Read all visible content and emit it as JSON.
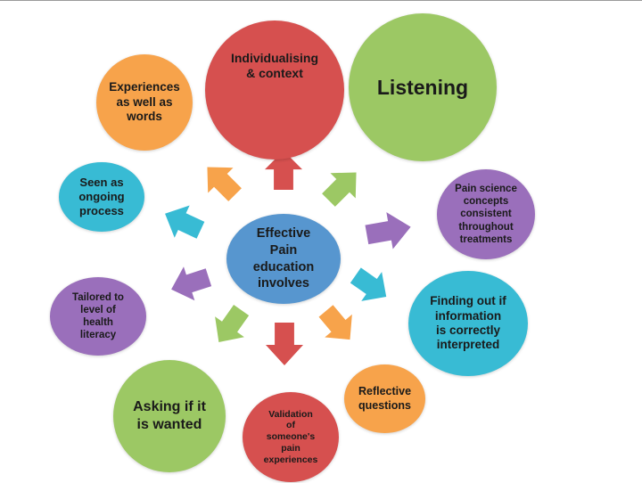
{
  "colors": {
    "red": "#d6504f",
    "green": "#9cc864",
    "orange": "#f7a34b",
    "cyan": "#38bbd4",
    "blue": "#5796cf",
    "purple": "#9a6fbb"
  },
  "center": {
    "label": "Effective\nPain\neducation\ninvolves"
  },
  "nodes": {
    "individualising": "Individualising\n& context",
    "listening": "Listening",
    "experiences": "Experiences\nas well as\nwords",
    "seen": "Seen as\nongoing\nprocess",
    "pain_science": "Pain science\nconcepts\nconsistent\nthroughout\ntreatments",
    "tailored": "Tailored to\nlevel of\nhealth\nliteracy",
    "finding_out": "Finding out if\ninformation\nis correctly\ninterpreted",
    "reflective": "Reflective\nquestions",
    "asking_if": "Asking if it\nis wanted",
    "validation": "Validation\nof\nsomeone's\npain\nexperiences"
  },
  "arrows": [
    {
      "target": "individualising",
      "color": "red",
      "direction": "up"
    },
    {
      "target": "listening",
      "color": "green",
      "direction": "up-right"
    },
    {
      "target": "experiences",
      "color": "orange",
      "direction": "up-left"
    },
    {
      "target": "seen",
      "color": "cyan",
      "direction": "left"
    },
    {
      "target": "pain_science",
      "color": "purple",
      "direction": "right"
    },
    {
      "target": "tailored",
      "color": "purple",
      "direction": "left"
    },
    {
      "target": "finding_out",
      "color": "cyan",
      "direction": "down-right"
    },
    {
      "target": "reflective",
      "color": "orange",
      "direction": "down-right"
    },
    {
      "target": "asking_if",
      "color": "green",
      "direction": "down-left"
    },
    {
      "target": "validation",
      "color": "red",
      "direction": "down"
    }
  ]
}
